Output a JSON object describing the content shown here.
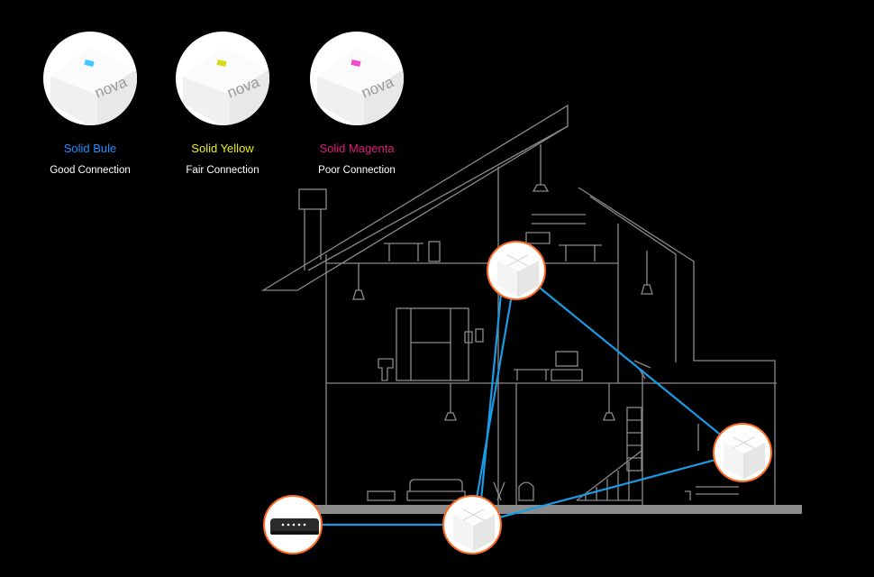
{
  "legend": [
    {
      "brand": "nova",
      "status": "Solid Bule",
      "desc": "Good Connection",
      "color": "#1e90ff",
      "led": "#40c8ff"
    },
    {
      "brand": "nova",
      "status": "Solid Yellow",
      "desc": "Fair Connection",
      "color": "#e8ec1c",
      "led": "#d6d81a"
    },
    {
      "brand": "nova",
      "status": "Solid Magenta",
      "desc": "Poor Connection",
      "color": "#e0197a",
      "led": "#f04ad0"
    }
  ],
  "colors": {
    "background": "#000000",
    "house_line": "#8a8a8a",
    "ground": "#8c8c8c",
    "link": "#1a9be6",
    "ring": "#ff6a21"
  },
  "devices": [
    {
      "id": "modem",
      "type": "modem",
      "icon": "modem-icon"
    },
    {
      "id": "node-ground",
      "type": "nova-node",
      "icon": "nova-node-icon"
    },
    {
      "id": "node-attic",
      "type": "nova-node",
      "icon": "nova-node-icon"
    },
    {
      "id": "node-right",
      "type": "nova-node",
      "icon": "nova-node-icon"
    }
  ],
  "links": [
    {
      "from": "modem",
      "to": "node-ground"
    },
    {
      "from": "node-ground",
      "to": "node-attic"
    },
    {
      "from": "node-ground",
      "to": "node-right"
    },
    {
      "from": "node-attic",
      "to": "node-right"
    }
  ]
}
